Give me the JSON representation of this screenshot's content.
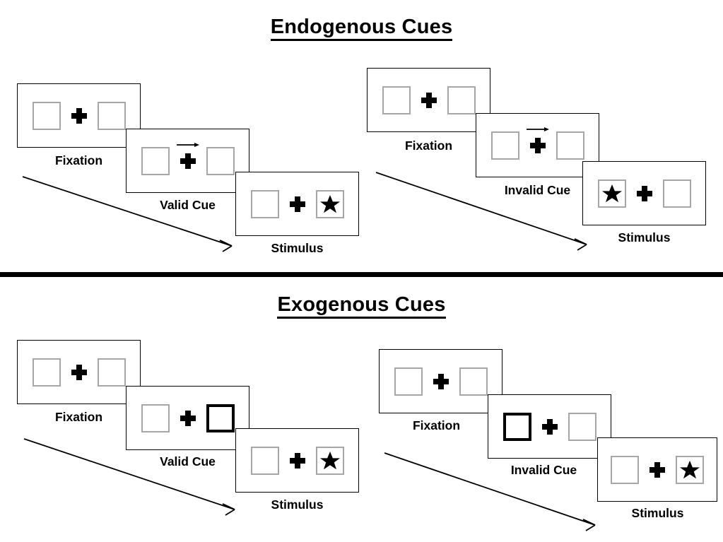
{
  "figure": {
    "title_top": "Endogenous Cues",
    "title_bottom": "Exogenous Cues"
  },
  "sections": [
    {
      "id": "endogenous",
      "title": "Endogenous Cues",
      "columns": [
        {
          "id": "endogenous-valid",
          "panels": [
            {
              "id": "fixation",
              "caption": "Fixation",
              "cue": "none",
              "left_square": "empty",
              "right_square": "empty",
              "arrow": false
            },
            {
              "id": "valid-cue",
              "caption": "Valid Cue",
              "cue": "arrow-right",
              "left_square": "empty",
              "right_square": "empty",
              "arrow": true
            },
            {
              "id": "stimulus",
              "caption": "Stimulus",
              "cue": "none",
              "left_square": "empty",
              "right_square": "star",
              "arrow": false
            }
          ]
        },
        {
          "id": "endogenous-invalid",
          "panels": [
            {
              "id": "fixation",
              "caption": "Fixation",
              "cue": "none",
              "left_square": "empty",
              "right_square": "empty",
              "arrow": false
            },
            {
              "id": "invalid-cue",
              "caption": "Invalid Cue",
              "cue": "arrow-right",
              "left_square": "empty",
              "right_square": "empty",
              "arrow": true
            },
            {
              "id": "stimulus",
              "caption": "Stimulus",
              "cue": "none",
              "left_square": "star",
              "right_square": "empty",
              "arrow": false
            }
          ]
        }
      ]
    },
    {
      "id": "exogenous",
      "title": "Exogenous Cues",
      "columns": [
        {
          "id": "exogenous-valid",
          "panels": [
            {
              "id": "fixation",
              "caption": "Fixation",
              "cue": "none",
              "left_square": "empty",
              "right_square": "empty",
              "arrow": false
            },
            {
              "id": "valid-cue",
              "caption": "Valid Cue",
              "cue": "peripheral-right",
              "left_square": "empty",
              "right_square": "highlighted",
              "arrow": false
            },
            {
              "id": "stimulus",
              "caption": "Stimulus",
              "cue": "none",
              "left_square": "empty",
              "right_square": "star",
              "arrow": false
            }
          ]
        },
        {
          "id": "exogenous-invalid",
          "panels": [
            {
              "id": "fixation",
              "caption": "Fixation",
              "cue": "none",
              "left_square": "empty",
              "right_square": "empty",
              "arrow": false
            },
            {
              "id": "invalid-cue",
              "caption": "Invalid Cue",
              "cue": "peripheral-left",
              "left_square": "highlighted",
              "right_square": "empty",
              "arrow": false
            },
            {
              "id": "stimulus",
              "caption": "Stimulus",
              "cue": "none",
              "left_square": "empty",
              "right_square": "star",
              "arrow": false
            }
          ]
        }
      ]
    }
  ],
  "captions": {
    "fixation": "Fixation",
    "valid_cue": "Valid Cue",
    "invalid_cue": "Invalid Cue",
    "stimulus": "Stimulus"
  },
  "icons": {
    "fixation_cross": "fixation-cross-icon",
    "cue_arrow": "right-arrow-cue-icon",
    "star": "star-icon",
    "time_arrow": "time-progression-arrow-icon"
  },
  "colors": {
    "stroke": "#000000",
    "placeholder_border": "#a6a6a6",
    "background": "#ffffff",
    "cued_border": "#000000"
  }
}
